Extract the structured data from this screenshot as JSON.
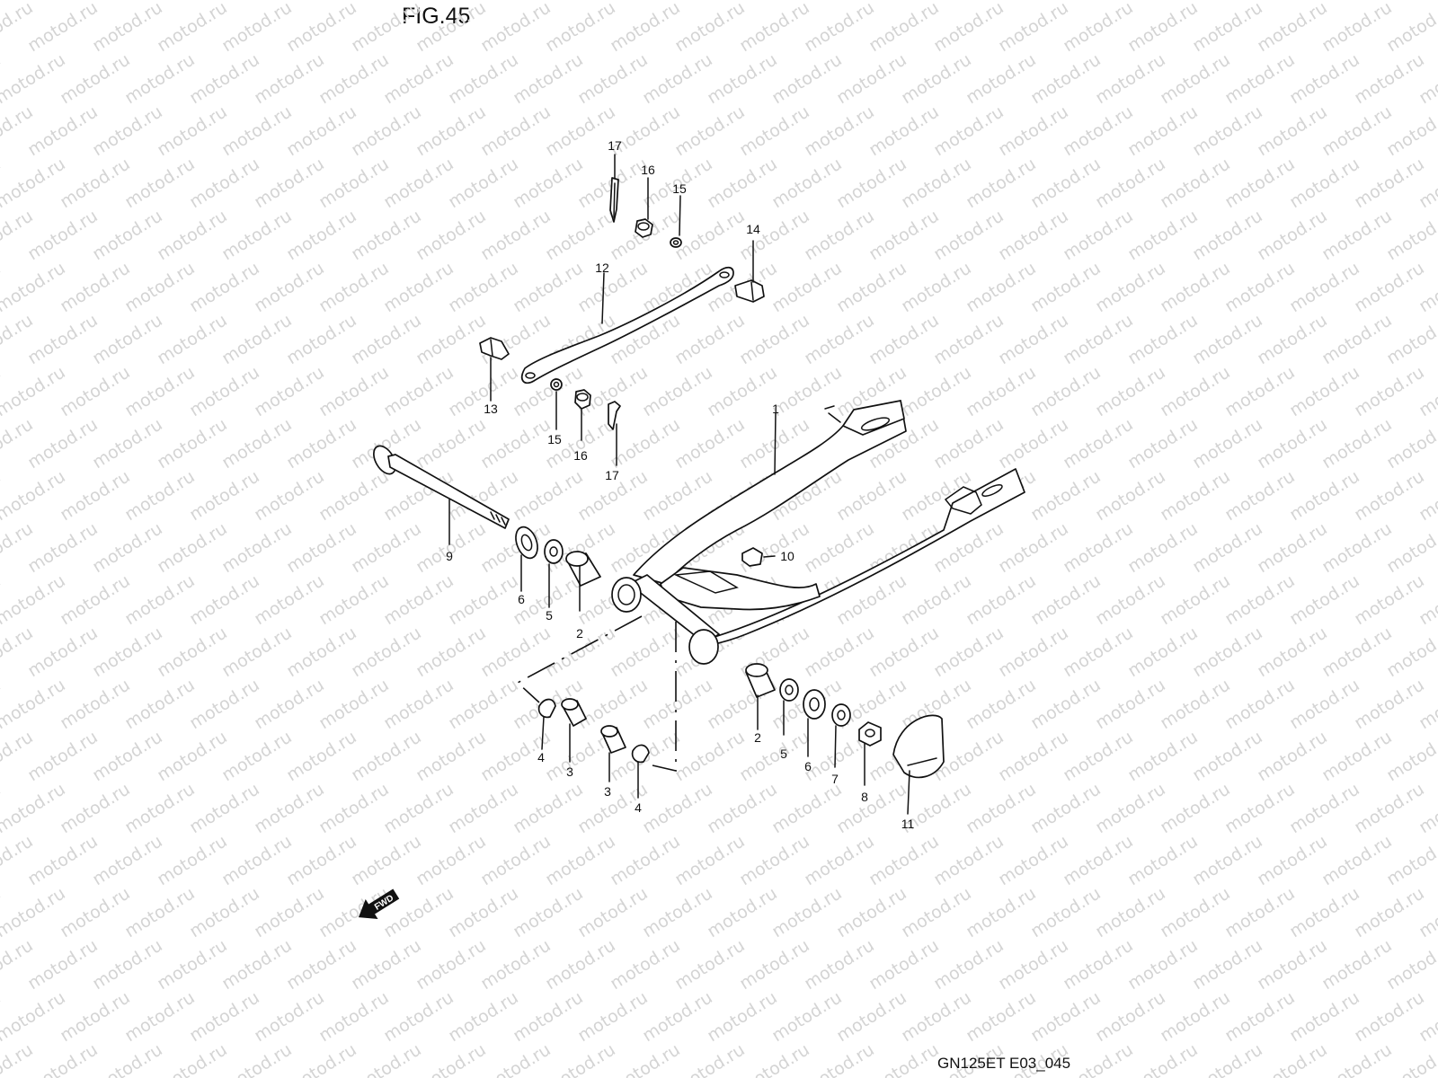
{
  "figure": {
    "title": "FIG.45",
    "code": "GN125ET E03_045",
    "watermark": "motod.ru",
    "direction_badge": "FWD"
  },
  "callouts": [
    {
      "id": "c1",
      "text": "1"
    },
    {
      "id": "c2a",
      "text": "2"
    },
    {
      "id": "c2b",
      "text": "2"
    },
    {
      "id": "c3a",
      "text": "3"
    },
    {
      "id": "c3b",
      "text": "3"
    },
    {
      "id": "c4a",
      "text": "4"
    },
    {
      "id": "c4b",
      "text": "4"
    },
    {
      "id": "c5a",
      "text": "5"
    },
    {
      "id": "c5b",
      "text": "5"
    },
    {
      "id": "c6a",
      "text": "6"
    },
    {
      "id": "c6b",
      "text": "6"
    },
    {
      "id": "c7",
      "text": "7"
    },
    {
      "id": "c8",
      "text": "8"
    },
    {
      "id": "c9",
      "text": "9"
    },
    {
      "id": "c10",
      "text": "10"
    },
    {
      "id": "c11",
      "text": "11"
    },
    {
      "id": "c12",
      "text": "12"
    },
    {
      "id": "c13",
      "text": "13"
    },
    {
      "id": "c14",
      "text": "14"
    },
    {
      "id": "c15a",
      "text": "15"
    },
    {
      "id": "c15b",
      "text": "15"
    },
    {
      "id": "c16a",
      "text": "16"
    },
    {
      "id": "c16b",
      "text": "16"
    },
    {
      "id": "c17a",
      "text": "17"
    },
    {
      "id": "c17b",
      "text": "17"
    }
  ],
  "colors": {
    "ink": "#111111",
    "watermark": "#d4d4d4",
    "background": "#ffffff"
  }
}
